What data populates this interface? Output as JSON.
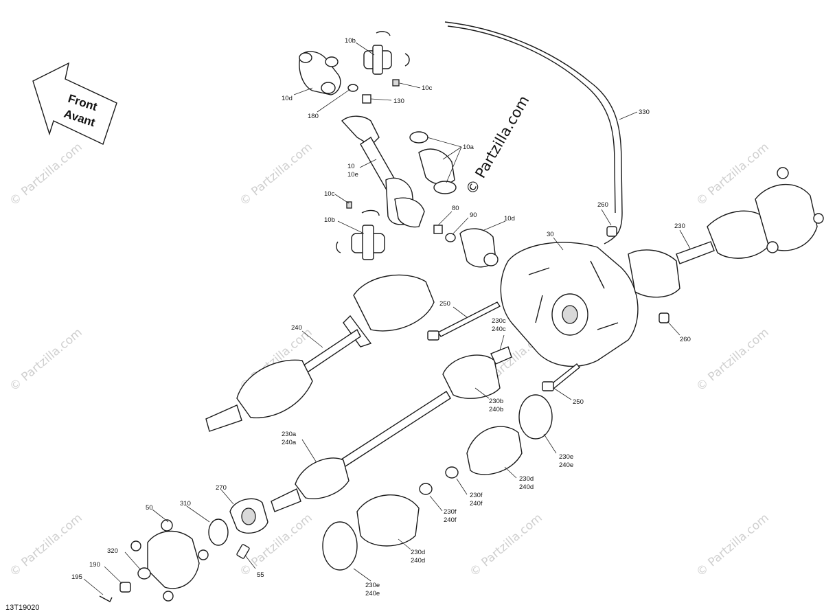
{
  "diagram_id": "13T19020",
  "direction_arrow": {
    "line1": "Front",
    "line2": "Avant"
  },
  "watermark_main": "© Partzilla.com",
  "watermark_faint": "© Partzilla.com",
  "callouts": {
    "c10b_top": "10b",
    "c10c_top": "10c",
    "c10d_top": "10d",
    "c180": "180",
    "c130": "130",
    "c10": "10",
    "c10e": "10e",
    "c10a": "10a",
    "c330": "330",
    "c10c_mid": "10c",
    "c10b_mid": "10b",
    "c80": "80",
    "c90": "90",
    "c10d_mid": "10d",
    "c260_top": "260",
    "c30": "30",
    "c230_top": "230",
    "c250_top": "250",
    "c240": "240",
    "c230c": "230c",
    "c240c": "240c",
    "c260_right": "260",
    "c250_right": "250",
    "c230b": "230b",
    "c240b": "240b",
    "c230a": "230a",
    "c240a": "240a",
    "c230e_right": "230e",
    "c240e_right": "240e",
    "c230d_right": "230d",
    "c240d_right": "240d",
    "c230f_right": "230f",
    "c240f_right": "240f",
    "c230f_left": "230f",
    "c240f_left": "240f",
    "c270": "270",
    "c310": "310",
    "c50": "50",
    "c320": "320",
    "c190": "190",
    "c195": "195",
    "c55": "55",
    "c230d_left": "230d",
    "c240d_left": "240d",
    "c230e_left": "230e",
    "c240e_left": "240e"
  }
}
